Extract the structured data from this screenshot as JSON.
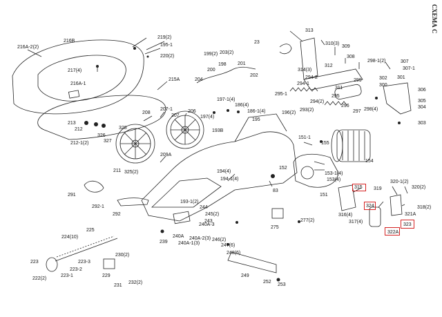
{
  "title": "СХЕМА С",
  "labels": {
    "l216A_2": "216A-2(2)",
    "l216B": "216B",
    "l219": "219(2)",
    "l195_1": "195-1",
    "l220": "220(2)",
    "l217": "217(4)",
    "l216A_1": "216A-1",
    "l215A": "215A",
    "l213": "213",
    "l212": "212",
    "l212_1": "212-1(2)",
    "l328": "328",
    "l326": "326",
    "l327": "327",
    "l211": "211",
    "l325": "325(2)",
    "l208": "208",
    "l207_1": "207-1",
    "l207": "207",
    "l206": "206",
    "l209A": "209A",
    "l199": "199(2)",
    "l203": "203(2)",
    "l23": "23",
    "l198": "198",
    "l201": "201",
    "l200": "200",
    "l202": "202",
    "l204": "204",
    "l197_1": "197-1(4)",
    "l197": "197(4)",
    "l186": "186(4)",
    "l186_1": "186-1(4)",
    "l196": "196(2)",
    "l195": "195",
    "l193B": "193B",
    "l313": "313",
    "l310": "310(3)",
    "l309": "309",
    "l308": "308",
    "l314": "314(3)",
    "l312": "312",
    "l298_1": "298-1(2)",
    "l294_2": "294-2",
    "l294_1": "294-1",
    "l311": "311",
    "l299": "299",
    "l295_1": "295-1",
    "l294": "294(2)",
    "l295": "295",
    "l293": "293(2)",
    "l296": "296",
    "l297": "297",
    "l298": "298(4)",
    "l307": "307",
    "l307_1": "307-1",
    "l302": "302",
    "l301": "301",
    "l300": "300",
    "l306": "306",
    "l305": "305",
    "l304": "304",
    "l303": "303",
    "l151_1": "151-1",
    "l155": "155",
    "l154": "154",
    "l152": "152",
    "l153_1": "153-1(4)",
    "l153": "153(4)",
    "l151": "151",
    "l194": "194(4)",
    "l194_1": "194-1(4)",
    "l83": "83",
    "l291": "291",
    "l292_1": "292-1",
    "l292": "292",
    "l193_1": "193-1(2)",
    "l244": "244",
    "l245": "245(2)",
    "l243": "243",
    "l225": "225",
    "l224": "224(10)",
    "l223_3": "223-3",
    "l223_2": "223-2",
    "l223": "223",
    "l223_1": "223-1",
    "l222": "222(2)",
    "l239": "239",
    "l240A": "240A",
    "l240A_3": "240A-3",
    "l240A_2": "240A-2(3)",
    "l240A_1": "240A-1(3)",
    "l246": "246(2)",
    "l247": "247(6)",
    "l248": "248(6)",
    "l230": "230(2)",
    "l229": "229",
    "l231": "231",
    "l232": "232(2)",
    "l275": "275",
    "l277": "277(2)",
    "l249": "249",
    "l252": "252",
    "l253": "253",
    "l315": "315",
    "l319": "319",
    "l320_1": "320-1(2)",
    "l320": "320(2)",
    "l324": "324",
    "l316": "316(4)",
    "l317": "317(4)",
    "l318": "318(2)",
    "l321A": "321A",
    "l323": "323",
    "l322A": "322A"
  }
}
